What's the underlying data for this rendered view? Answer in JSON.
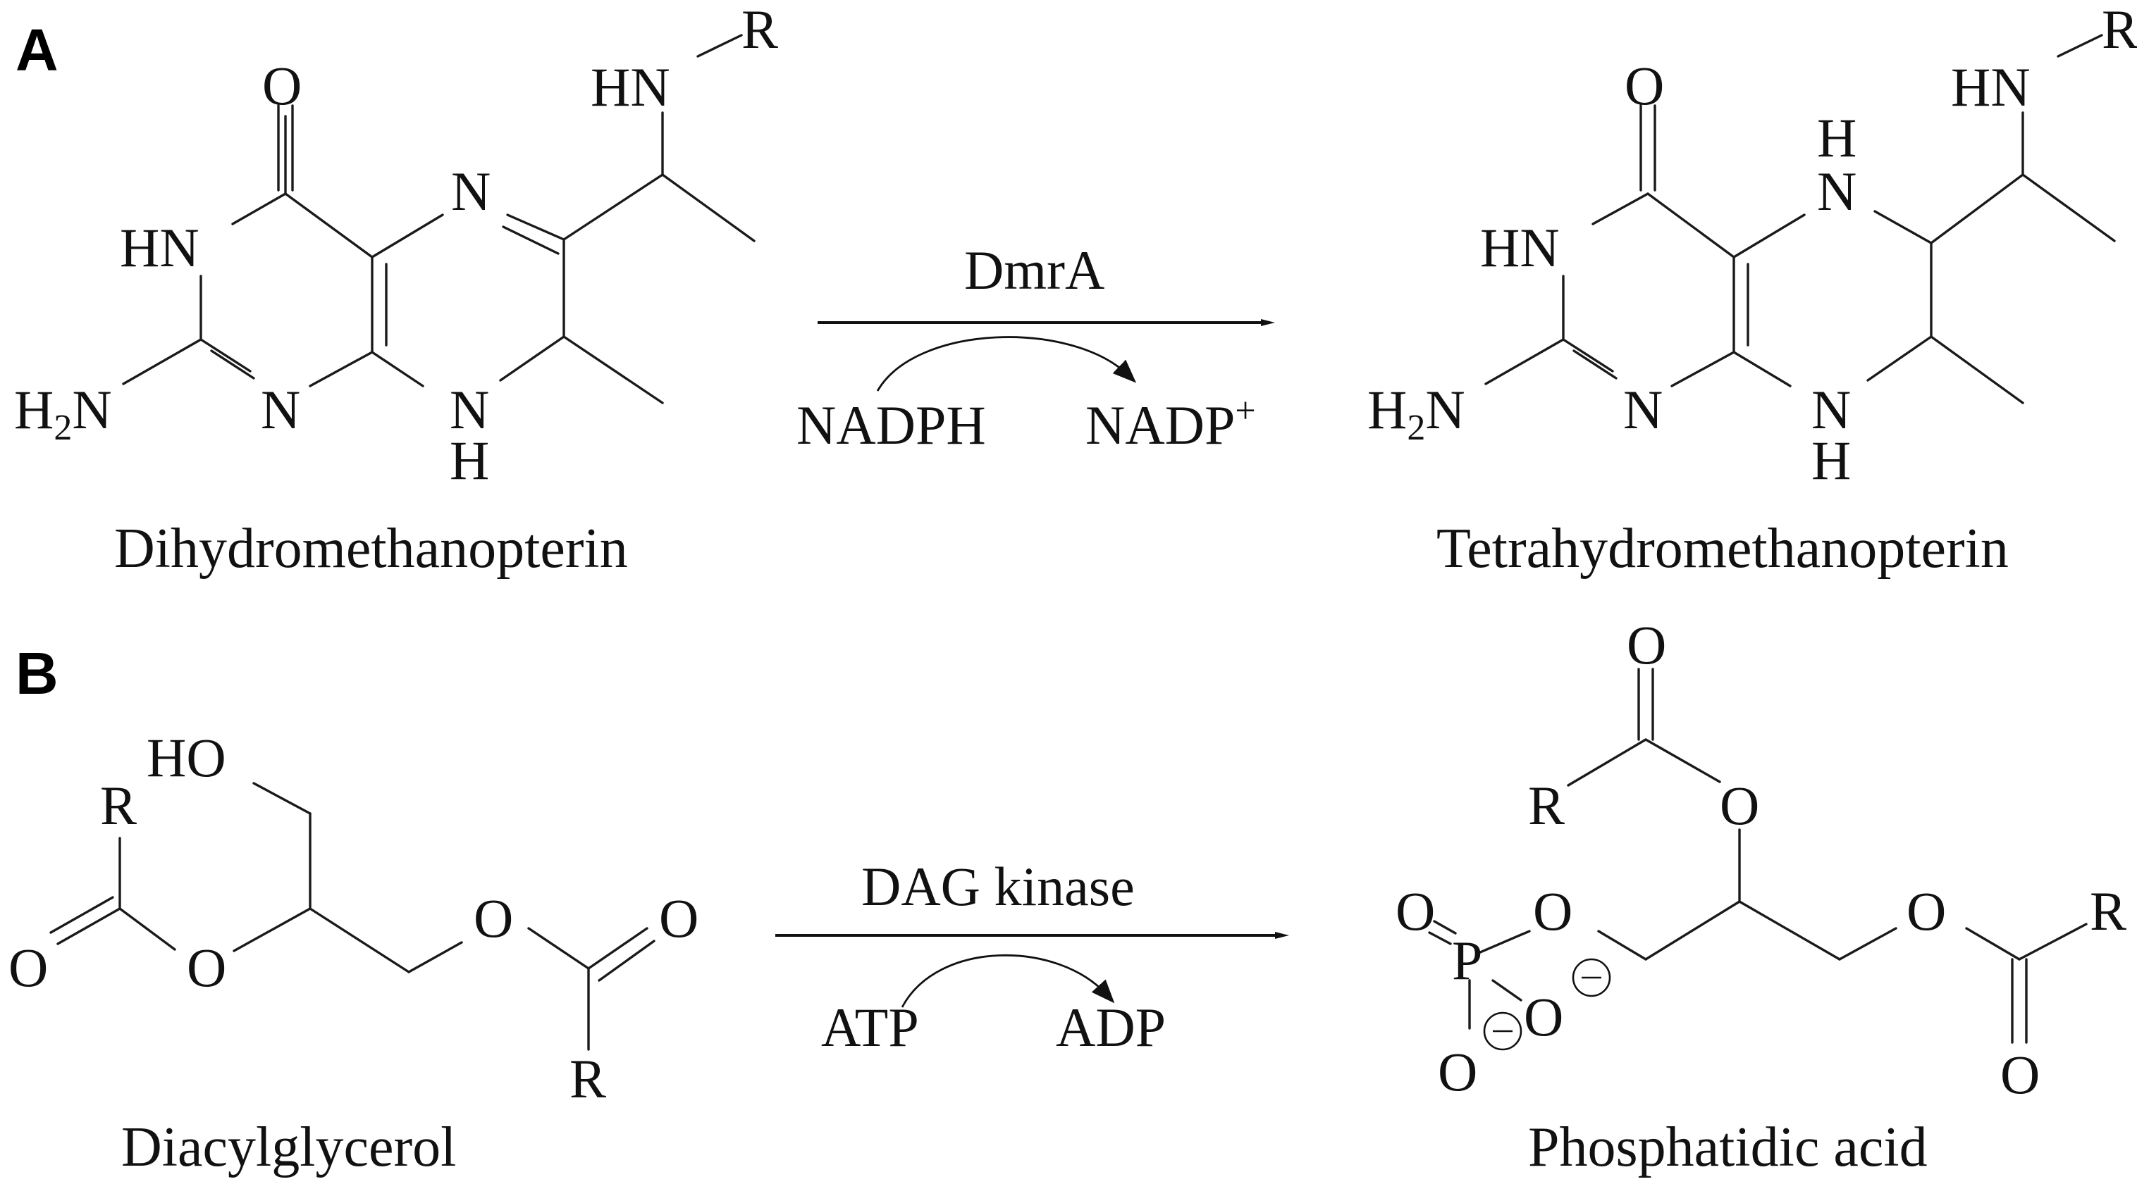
{
  "panels": [
    {
      "label": "A",
      "substrate": {
        "name": "Dihydromethanopterin",
        "atoms": {
          "o": "O",
          "hn": "HN",
          "h2n": "H",
          "h2n_sub": "2",
          "h2n_n": "N",
          "n_ring": "N",
          "n_ring2": "N",
          "nh": "N",
          "nh_h": "H",
          "side_hn": "HN",
          "r": "R"
        }
      },
      "reaction": {
        "enzyme": "DmrA",
        "cofactor_in": "NADPH",
        "cofactor_out": "NADP",
        "cofactor_out_sup": "+"
      },
      "product": {
        "name": "Tetrahydromethanopterin",
        "atoms": {
          "o": "O",
          "hn": "HN",
          "h2n": "H",
          "h2n_sub": "2",
          "h2n_n": "N",
          "n_ring": "N",
          "n5": "N",
          "n5_h": "H",
          "nh": "N",
          "nh_h": "H",
          "side_hn": "HN",
          "r": "R"
        }
      }
    },
    {
      "label": "B",
      "substrate": {
        "name": "Diacylglycerol",
        "atoms": {
          "ho": "HO",
          "r1": "R",
          "o_carbonyl1": "O",
          "o_ester1": "O",
          "o_ester2": "O",
          "o_carbonyl2": "O",
          "r2": "R"
        }
      },
      "reaction": {
        "enzyme": "DAG kinase",
        "cofactor_in": "ATP",
        "cofactor_out": "ADP"
      },
      "product": {
        "name": "Phosphatidic acid",
        "atoms": {
          "o_top": "O",
          "r_top": "R",
          "o_ester_top": "O",
          "o_double": "O",
          "p": "P",
          "o_bridge": "O",
          "o_minus": "O",
          "o_bottom": "O",
          "o_ester_right": "O",
          "r_right": "R",
          "o_carbonyl_right": "O"
        }
      }
    }
  ]
}
